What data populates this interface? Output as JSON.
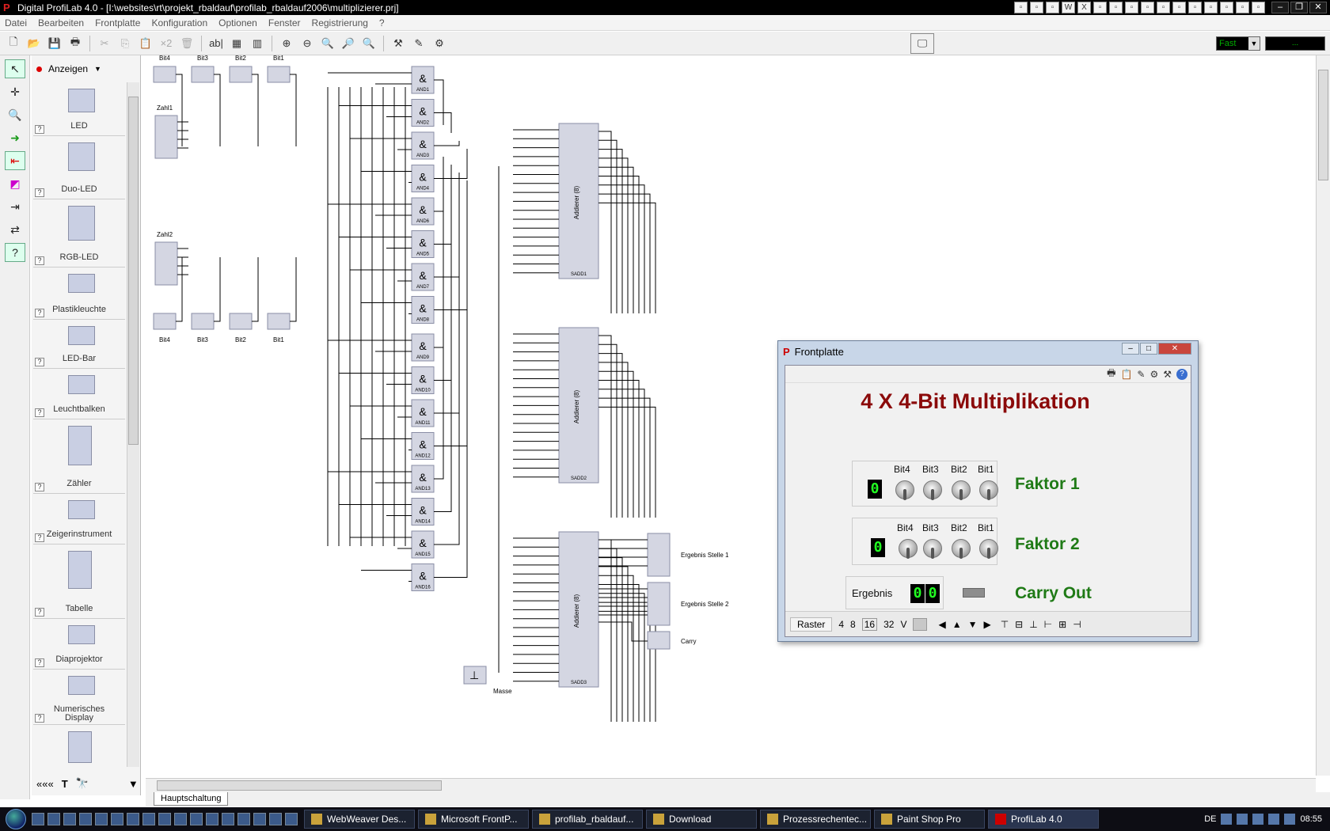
{
  "window": {
    "title": "Digital ProfiLab 4.0 - [I:\\websites\\rt\\projekt_rbaldauf\\profilab_rbaldauf2006\\multiplizierer.prj]"
  },
  "menu": [
    "Datei",
    "Bearbeiten",
    "Frontplatte",
    "Konfiguration",
    "Optionen",
    "Fenster",
    "Registrierung",
    "?"
  ],
  "speed": {
    "value": "Fast",
    "readout": "..."
  },
  "panel": {
    "header": "Anzeigen",
    "components": [
      "LED",
      "Duo-LED",
      "RGB-LED",
      "Plastikleuchte",
      "LED-Bar",
      "Leuchtbalken",
      "Zähler",
      "Zeigerinstrument",
      "Tabelle",
      "Diaprojektor",
      "Numerisches Display"
    ],
    "footer_collapse": "«««"
  },
  "schematic": {
    "switches_top": [
      "Bit4",
      "Bit3",
      "Bit2",
      "Bit1"
    ],
    "switches_bottom": [
      "Bit4",
      "Bit3",
      "Bit2",
      "Bit1"
    ],
    "hex_inputs": [
      "Zahl1",
      "Zahl2"
    ],
    "and_gates": [
      "AND1",
      "AND2",
      "AND3",
      "AND4",
      "AND6",
      "AND5",
      "AND7",
      "AND8",
      "AND9",
      "AND10",
      "AND11",
      "AND12",
      "AND13",
      "AND14",
      "AND15",
      "AND16"
    ],
    "adders": [
      "Addierer (8)",
      "Addierer (8)",
      "Addierer (8)"
    ],
    "adder_ids": [
      "SADD1",
      "SADD2",
      "SADD3"
    ],
    "outputs": [
      "Ergebnis Stelle 1",
      "Ergebnis Stelle 2",
      "Carry"
    ],
    "ground": "Masse",
    "sheet_tab": "Hauptschaltung"
  },
  "frontplatte": {
    "title": "Frontplatte",
    "heading": "4 X 4-Bit Multiplikation",
    "factor1": {
      "label": "Faktor 1",
      "bits": [
        "Bit4",
        "Bit3",
        "Bit2",
        "Bit1"
      ],
      "display": "0"
    },
    "factor2": {
      "label": "Faktor 2",
      "bits": [
        "Bit4",
        "Bit3",
        "Bit2",
        "Bit1"
      ],
      "display": "0"
    },
    "result": {
      "label": "Ergebnis",
      "digits": [
        "0",
        "0"
      ],
      "carry_label": "Carry Out"
    },
    "status": {
      "raster": "Raster",
      "values": [
        "4",
        "8",
        "16",
        "32",
        "V"
      ]
    }
  },
  "taskbar": {
    "tasks": [
      "WebWeaver Des...",
      "Microsoft FrontP...",
      "profilab_rbaldauf...",
      "Download",
      "Prozessrechentec...",
      "Paint Shop Pro",
      "ProfiLab 4.0"
    ],
    "lang": "DE",
    "clock": "08:55"
  },
  "colors": {
    "brand_red": "#8b0a0a",
    "factor_green": "#1f7a16",
    "display_green": "#22ff22"
  }
}
